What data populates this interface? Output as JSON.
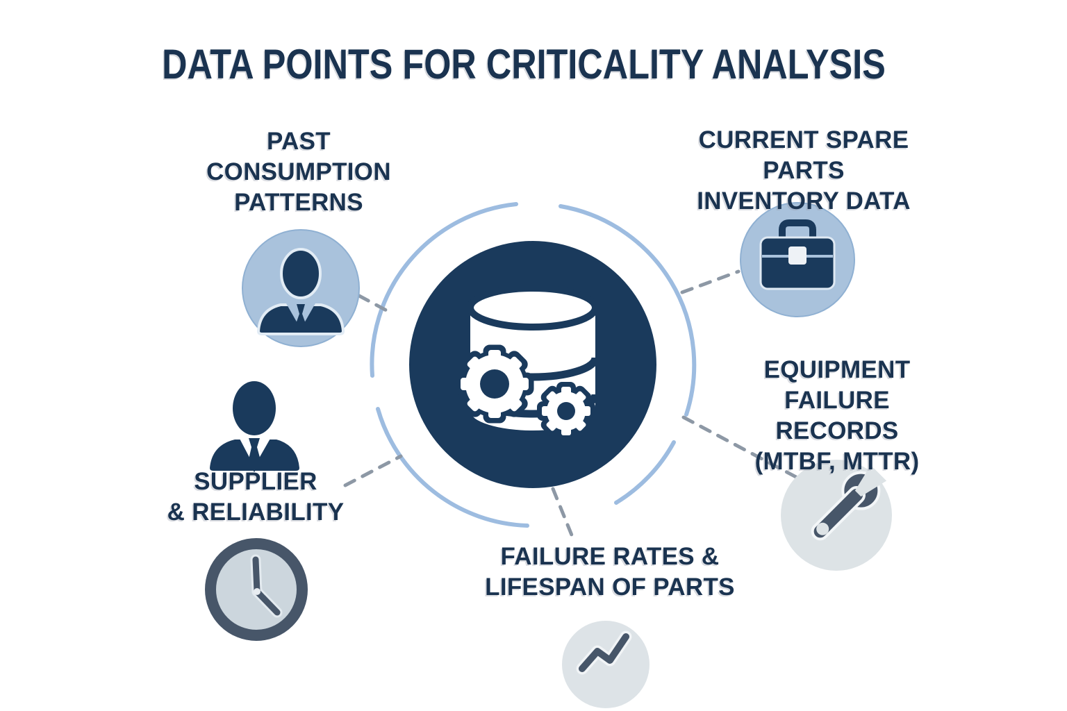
{
  "title": "DATA POINTS FOR CRITICALITY ANALYSIS",
  "colors": {
    "navy": "#1a3a5c",
    "text_navy": "#1a3350",
    "ring_blue": "#9dbce0",
    "light_blue": "#a9c2dc",
    "light_blue_border": "#8fb0d2",
    "slate": "#475669",
    "light_gray": "#dde3e6",
    "lighter_gray": "#dde3e7",
    "clock_face": "#ccd6dd",
    "dash_gray": "#8d98a5"
  },
  "center": {
    "icon": "database-gears-icon",
    "description_icon_names": [
      "database-icon",
      "gear-icon"
    ]
  },
  "nodes": [
    {
      "id": "past-consumption",
      "label": "PAST\nCONSUMPTION\nPATTERNS",
      "icon": "businessperson-icon"
    },
    {
      "id": "current-inventory",
      "label": "CURRENT SPARE PARTS\nINVENTORY DATA",
      "icon": "briefcase-icon"
    },
    {
      "id": "equipment-failure",
      "label": "EQUIPMENT\nFAILURE RECORDS\n(MTBF, MTTR)",
      "icon": "wrench-icon"
    },
    {
      "id": "supplier-reliability",
      "label": "SUPPLIER\n& RELIABILITY",
      "icon": "person-icon"
    },
    {
      "id": "failure-rates",
      "label": "FAILURE RATES &\nLIFESPAN OF PARTS",
      "icon": "trend-chart-icon"
    }
  ]
}
